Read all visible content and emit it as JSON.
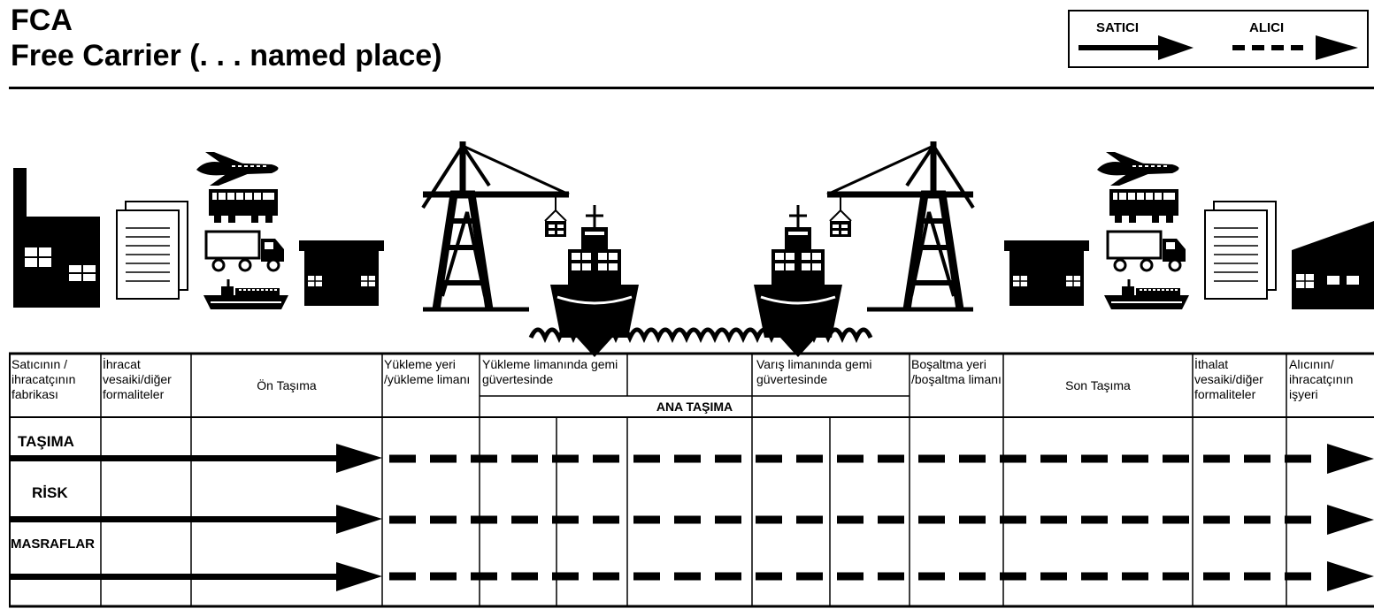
{
  "title": {
    "line1": "FCA",
    "line2": "Free Carrier (. . . named place)"
  },
  "legend": {
    "seller": "SATICI",
    "buyer": "ALICI"
  },
  "icons": [
    "factory-icon",
    "documents-icon",
    "airplane-icon",
    "train-icon",
    "truck-icon",
    "cargo-ship-icon",
    "warehouse-icon",
    "port-crane-icon",
    "container-ship-icon",
    "sea-waves-icon"
  ],
  "columns": [
    {
      "id": "c1",
      "label": "Satıcının / ihracatçının fabrikası"
    },
    {
      "id": "c2",
      "label": "İhracat vesaiki/diğer formaliteler"
    },
    {
      "id": "c3",
      "label": "Ön Taşıma"
    },
    {
      "id": "c4",
      "label": "Yükleme yeri /yükleme limanı"
    },
    {
      "id": "c5",
      "label": "Yükleme limanında gemi güvertesinde"
    },
    {
      "id": "c6",
      "label": "Varış limanında gemi güvertesinde"
    },
    {
      "id": "c7",
      "label": "Boşaltma yeri /boşaltma limanı"
    },
    {
      "id": "c8",
      "label": "Son Taşıma"
    },
    {
      "id": "c9",
      "label": "İthalat vesaiki/diğer formaliteler"
    },
    {
      "id": "c10",
      "label": "Alıcının/ ihracatçının işyeri"
    }
  ],
  "main_carriage": "ANA TAŞIMA",
  "rows": [
    {
      "label": "TAŞIMA"
    },
    {
      "label": "RİSK"
    },
    {
      "label": "MASRAFLAR"
    }
  ],
  "colors": {
    "ink": "#000000",
    "paper": "#ffffff"
  }
}
